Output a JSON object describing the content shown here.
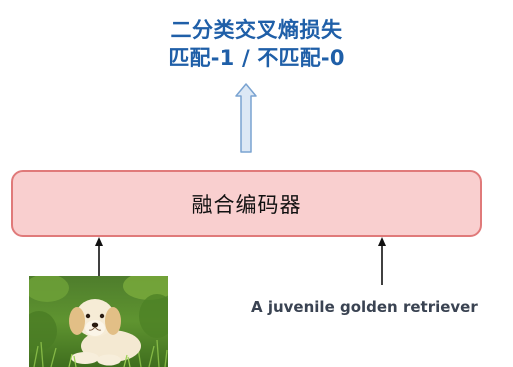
{
  "heading": {
    "line1": "二分类交叉熵损失",
    "line2": "匹配-1 / 不匹配-0"
  },
  "encoder": {
    "label": "融合编码器"
  },
  "text_input": {
    "caption": "A juvenile golden retriever"
  },
  "image_input": {
    "subject": "golden retriever puppy lying on grass"
  },
  "colors": {
    "heading": "#1f5fa8",
    "encoder_fill": "#f9cfcf",
    "encoder_border": "#e07a7a",
    "up_arrow_fill": "#dce8f5",
    "up_arrow_border": "#7aa3d1"
  }
}
